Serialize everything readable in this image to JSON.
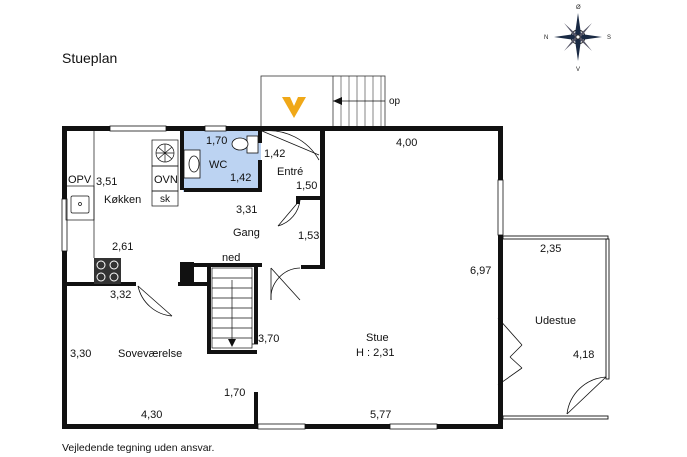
{
  "title": "Stueplan",
  "disclaimer": "Vejledende tegning uden ansvar.",
  "compass": {
    "n": "N",
    "s": "S",
    "o": "Ø",
    "v": "V"
  },
  "colors": {
    "wall": "#111111",
    "wc_fill": "#bcd3f2",
    "entry_arrow": "#f0a818"
  },
  "rooms": {
    "kitchen": {
      "name": "Køkken",
      "dim1": "3,51",
      "dim2": "2,61",
      "dim3": "3,32"
    },
    "wc": {
      "name": "WC",
      "dim1": "1,70",
      "dim2": "1,42"
    },
    "entre": {
      "name": "Entré",
      "dim1": "1,42",
      "dim2": "1,50"
    },
    "gang": {
      "name": "Gang",
      "dim1": "3,31",
      "dim2": "1,53"
    },
    "bedroom": {
      "name": "Soveværelse",
      "dim1": "3,30",
      "dim2": "4,30",
      "dim3": "1,70"
    },
    "stue": {
      "name": "Stue",
      "height": "H : 2,31",
      "dim1": "4,00",
      "dim2": "6,97",
      "dim3": "5,77",
      "dim4": "3,70"
    },
    "udestue": {
      "name": "Udestue",
      "dim1": "2,35",
      "dim2": "4,18"
    }
  },
  "fixtures": {
    "opv": "OPV",
    "ovn": "OVN",
    "sk": "sk"
  },
  "stairs": {
    "down_label": "ned",
    "up_label": "op"
  }
}
